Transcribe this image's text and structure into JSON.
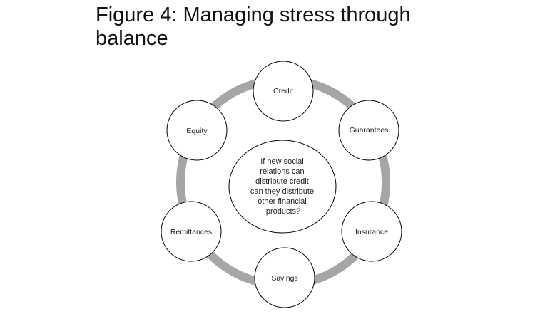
{
  "title": {
    "line1": "Figure 4: Managing stress through",
    "line2": "balance"
  },
  "center": {
    "lines": [
      "If new social",
      "relations can",
      "distribute credit",
      "can they distribute",
      "other financial",
      "products?"
    ]
  },
  "nodes": {
    "credit": "Credit",
    "guarantees": "Guarantees",
    "insurance": "Insurance",
    "savings": "Savings",
    "remittances": "Remittances",
    "equity": "Equity"
  },
  "colors": {
    "ring": "#a6a6a6",
    "node_stroke": "#000000",
    "node_fill": "#ffffff"
  }
}
